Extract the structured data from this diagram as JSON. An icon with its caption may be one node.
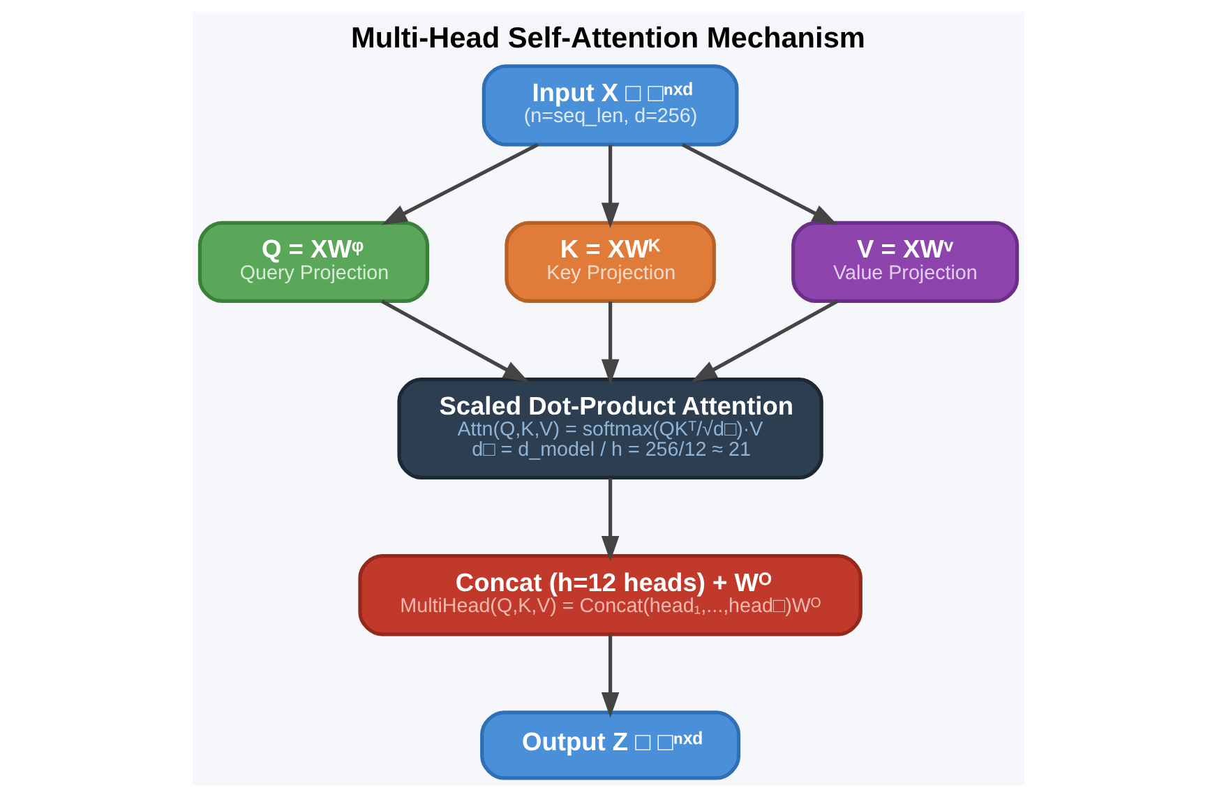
{
  "diagram": {
    "title": "Multi-Head Self-Attention Mechanism",
    "nodes": [
      {
        "text": [
          "Input X □ □ⁿˣᵈ",
          "(n=seq_len, d=256)"
        ]
      },
      {
        "text": [
          "Q = XWᵠ",
          "Query Projection"
        ]
      },
      {
        "text": [
          "K = XWᴷ",
          "Key Projection"
        ]
      },
      {
        "text": [
          "V = XWᵛ",
          "Value Projection"
        ]
      },
      {
        "text": [
          "Scaled Dot-Product Attention",
          "Attn(Q,K,V) = softmax(QKᵀ/√d□)·V",
          "d□ = d_model / h = 256/12 ≈ 21"
        ]
      },
      {
        "text": [
          "Concat (h=12 heads) + Wᴼ",
          "MultiHead(Q,K,V) = Concat(head₁,...,head□)Wᴼ"
        ]
      },
      {
        "text": [
          "Output Z □ □ⁿˣᵈ"
        ]
      }
    ],
    "edges": [
      {
        "from": 0,
        "to": 1,
        "arrow": "to"
      },
      {
        "from": 0,
        "to": 2,
        "arrow": "to"
      },
      {
        "from": 0,
        "to": 3,
        "arrow": "to"
      },
      {
        "from": 1,
        "to": 4,
        "arrow": "to"
      },
      {
        "from": 2,
        "to": 4,
        "arrow": "to"
      },
      {
        "from": 3,
        "to": 4,
        "arrow": "to"
      },
      {
        "from": 4,
        "to": 5,
        "arrow": "to"
      },
      {
        "from": 5,
        "to": 6,
        "arrow": "to"
      }
    ]
  }
}
